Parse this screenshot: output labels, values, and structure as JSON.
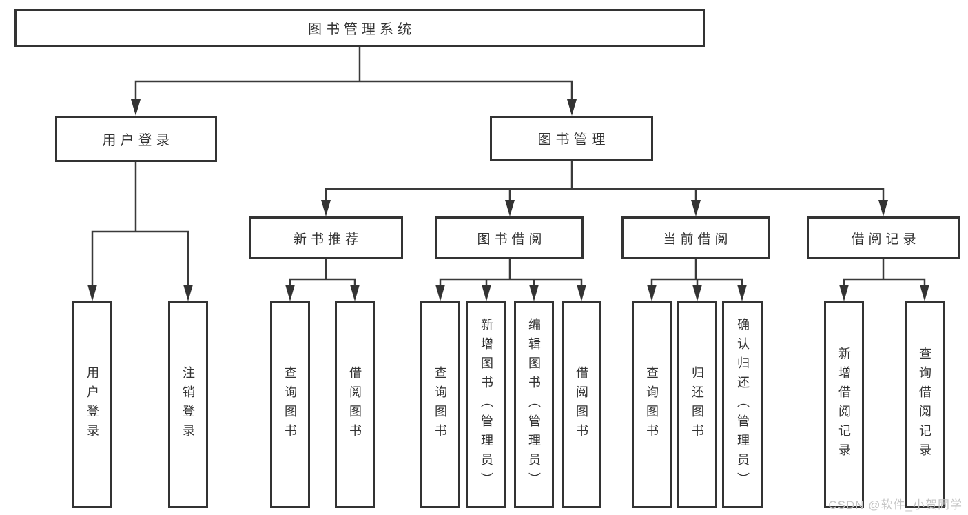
{
  "diagram_title": "图书管理系统",
  "watermark": "CSDN @软件_小贺同学",
  "colors": {
    "line": "#3a3a3a",
    "box_border": "#333333",
    "text": "#333333",
    "watermark": "#c4c4c4",
    "background": "#ffffff"
  },
  "nodes": {
    "root": {
      "label": "图书管理系统"
    },
    "level2": [
      {
        "id": "user-login",
        "label": "用户登录"
      },
      {
        "id": "book-management",
        "label": "图书管理"
      }
    ],
    "level3": [
      {
        "id": "new-book-recommend",
        "label": "新书推荐"
      },
      {
        "id": "book-borrow",
        "label": "图书借阅"
      },
      {
        "id": "current-borrow",
        "label": "当前借阅"
      },
      {
        "id": "borrow-records",
        "label": "借阅记录"
      }
    ],
    "leaves": [
      {
        "parent": "user-login",
        "label": "用户登录"
      },
      {
        "parent": "user-login",
        "label": "注销登录"
      },
      {
        "parent": "new-book-recommend",
        "label": "查询图书"
      },
      {
        "parent": "new-book-recommend",
        "label": "借阅图书"
      },
      {
        "parent": "book-borrow",
        "label": "查询图书"
      },
      {
        "parent": "book-borrow",
        "label": "新增图书（管理员）"
      },
      {
        "parent": "book-borrow",
        "label": "编辑图书（管理员）"
      },
      {
        "parent": "book-borrow",
        "label": "借阅图书"
      },
      {
        "parent": "current-borrow",
        "label": "查询图书"
      },
      {
        "parent": "current-borrow",
        "label": "归还图书"
      },
      {
        "parent": "current-borrow",
        "label": "确认归还（管理员）"
      },
      {
        "parent": "borrow-records",
        "label": "新增借阅记录"
      },
      {
        "parent": "borrow-records",
        "label": "查询借阅记录"
      }
    ]
  }
}
